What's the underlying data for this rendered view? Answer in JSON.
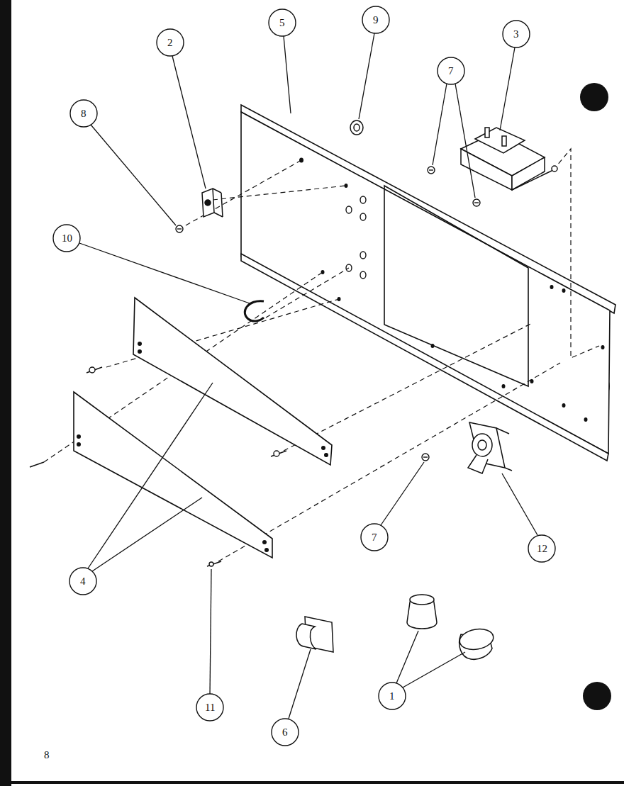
{
  "diagram": {
    "labels": [
      "9",
      "5",
      "3",
      "2",
      "7",
      "8",
      "10",
      "7",
      "12",
      "4",
      "1",
      "11",
      "6",
      "8"
    ]
  }
}
